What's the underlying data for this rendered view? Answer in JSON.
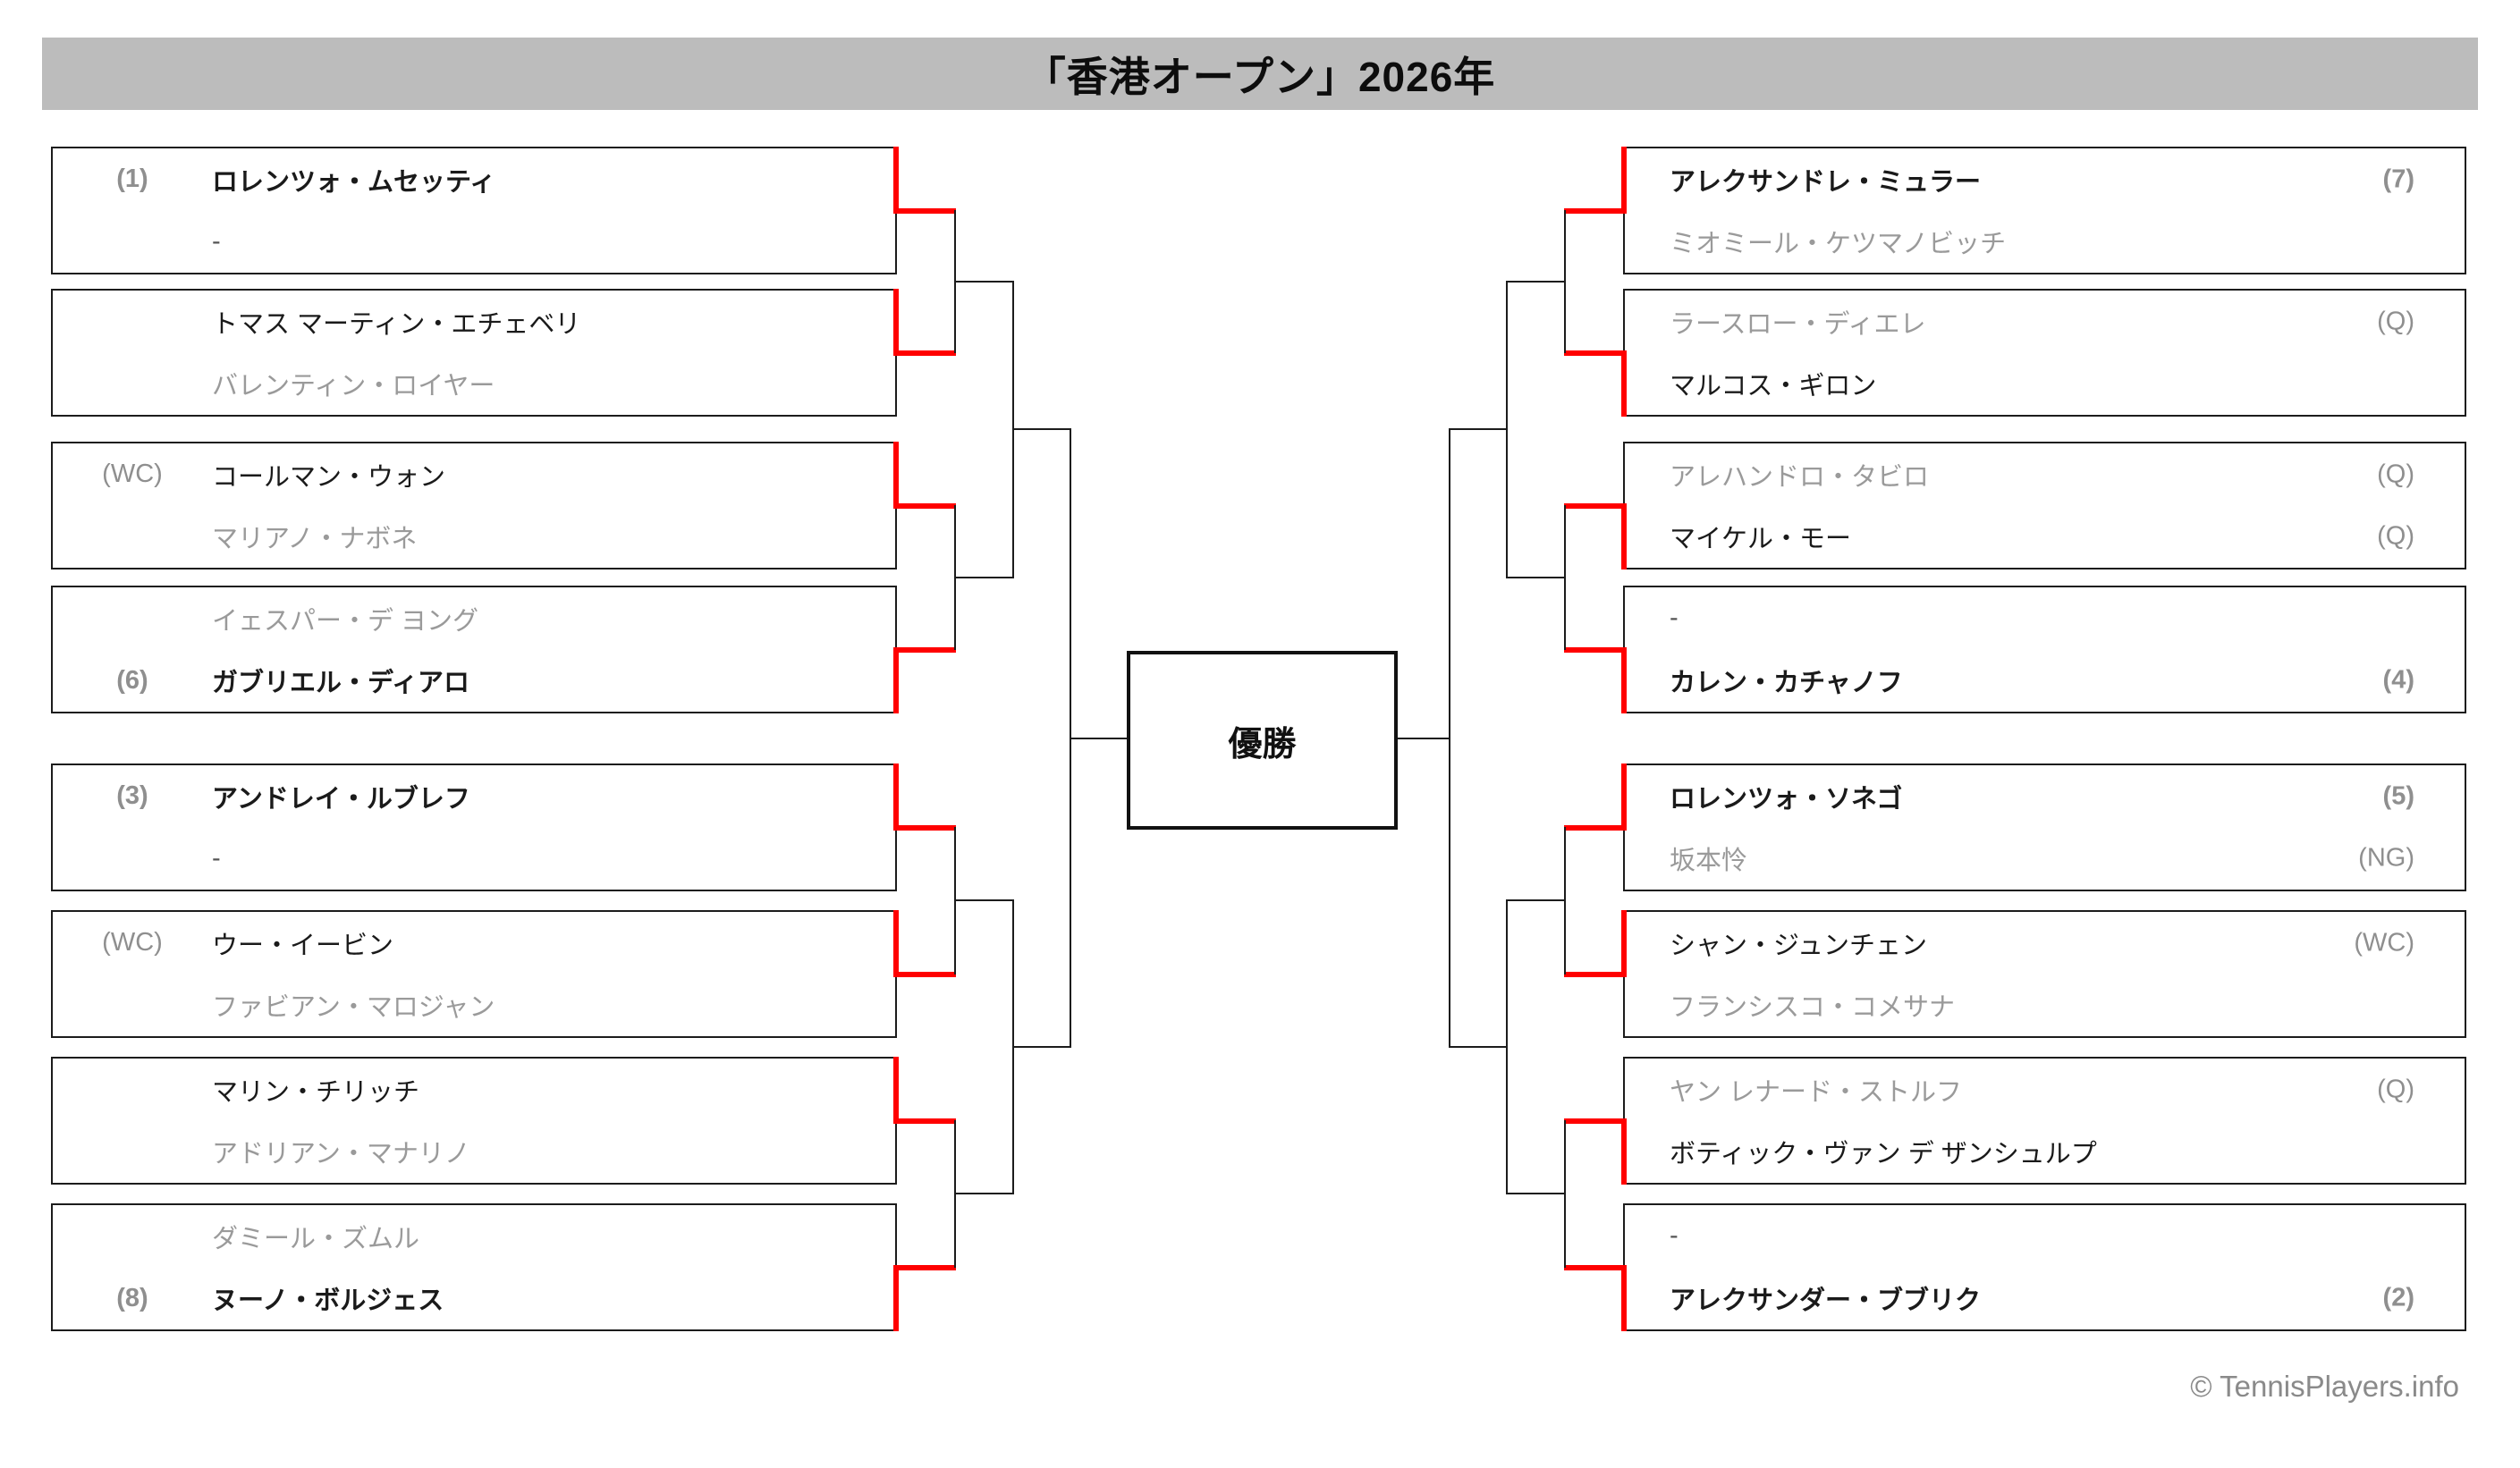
{
  "title": "「香港オープン」2026年",
  "champion_box_label": "優勝",
  "footer": "© TennisPlayers.info",
  "colors": {
    "winner_path": "#ff0000",
    "title_bar_bg": "#bcbcbc",
    "winner_text": "#1a1a1a",
    "loser_text": "#9a9a9a",
    "seed_text": "#8f8f8f"
  },
  "bracket": {
    "left": [
      {
        "top": {
          "seed": "(1)",
          "name": "ロレンツォ・ムセッティ",
          "result": "winner",
          "seeded": true
        },
        "bottom": {
          "seed": "",
          "name": "-",
          "result": "placeholder",
          "seeded": false
        }
      },
      {
        "top": {
          "seed": "",
          "name": "トマス マーティン・エチェベリ",
          "result": "winner",
          "seeded": false
        },
        "bottom": {
          "seed": "",
          "name": "バレンティン・ロイヤー",
          "result": "loser",
          "seeded": false
        }
      },
      {
        "top": {
          "seed": "(WC)",
          "name": "コールマン・ウォン",
          "result": "winner",
          "seeded": false
        },
        "bottom": {
          "seed": "",
          "name": "マリアノ・ナボネ",
          "result": "loser",
          "seeded": false
        }
      },
      {
        "top": {
          "seed": "",
          "name": "イェスパー・デ ヨング",
          "result": "loser",
          "seeded": false
        },
        "bottom": {
          "seed": "(6)",
          "name": "ガブリエル・ディアロ",
          "result": "winner",
          "seeded": true
        }
      },
      {
        "top": {
          "seed": "(3)",
          "name": "アンドレイ・ルブレフ",
          "result": "winner",
          "seeded": true
        },
        "bottom": {
          "seed": "",
          "name": "-",
          "result": "placeholder",
          "seeded": false
        }
      },
      {
        "top": {
          "seed": "(WC)",
          "name": "ウー・イービン",
          "result": "winner",
          "seeded": false
        },
        "bottom": {
          "seed": "",
          "name": "ファビアン・マロジャン",
          "result": "loser",
          "seeded": false
        }
      },
      {
        "top": {
          "seed": "",
          "name": "マリン・チリッチ",
          "result": "winner",
          "seeded": false
        },
        "bottom": {
          "seed": "",
          "name": "アドリアン・マナリノ",
          "result": "loser",
          "seeded": false
        }
      },
      {
        "top": {
          "seed": "",
          "name": "ダミール・ズムル",
          "result": "loser",
          "seeded": false
        },
        "bottom": {
          "seed": "(8)",
          "name": "ヌーノ・ボルジェス",
          "result": "winner",
          "seeded": true
        }
      }
    ],
    "right": [
      {
        "top": {
          "seed": "(7)",
          "name": "アレクサンドレ・ミュラー",
          "result": "winner",
          "seeded": true
        },
        "bottom": {
          "seed": "",
          "name": "ミオミール・ケツマノビッチ",
          "result": "loser",
          "seeded": false
        }
      },
      {
        "top": {
          "seed": "(Q)",
          "name": "ラースロー・ディエレ",
          "result": "loser",
          "seeded": false
        },
        "bottom": {
          "seed": "",
          "name": "マルコス・ギロン",
          "result": "winner",
          "seeded": false
        }
      },
      {
        "top": {
          "seed": "(Q)",
          "name": "アレハンドロ・タビロ",
          "result": "loser",
          "seeded": false
        },
        "bottom": {
          "seed": "(Q)",
          "name": "マイケル・モー",
          "result": "winner",
          "seeded": false
        }
      },
      {
        "top": {
          "seed": "",
          "name": "-",
          "result": "placeholder",
          "seeded": false
        },
        "bottom": {
          "seed": "(4)",
          "name": "カレン・カチャノフ",
          "result": "winner",
          "seeded": true
        }
      },
      {
        "top": {
          "seed": "(5)",
          "name": "ロレンツォ・ソネゴ",
          "result": "winner",
          "seeded": true
        },
        "bottom": {
          "seed": "(NG)",
          "name": "坂本怜",
          "result": "loser",
          "seeded": false
        }
      },
      {
        "top": {
          "seed": "(WC)",
          "name": "シャン・ジュンチェン",
          "result": "winner",
          "seeded": false
        },
        "bottom": {
          "seed": "",
          "name": "フランシスコ・コメサナ",
          "result": "loser",
          "seeded": false
        }
      },
      {
        "top": {
          "seed": "(Q)",
          "name": "ヤン レナード・ストルフ",
          "result": "loser",
          "seeded": false
        },
        "bottom": {
          "seed": "",
          "name": "ボティック・ヴァン デ ザンシュルプ",
          "result": "winner",
          "seeded": false
        }
      },
      {
        "top": {
          "seed": "",
          "name": "-",
          "result": "placeholder",
          "seeded": false
        },
        "bottom": {
          "seed": "(2)",
          "name": "アレクサンダー・ブブリク",
          "result": "winner",
          "seeded": true
        }
      }
    ]
  }
}
